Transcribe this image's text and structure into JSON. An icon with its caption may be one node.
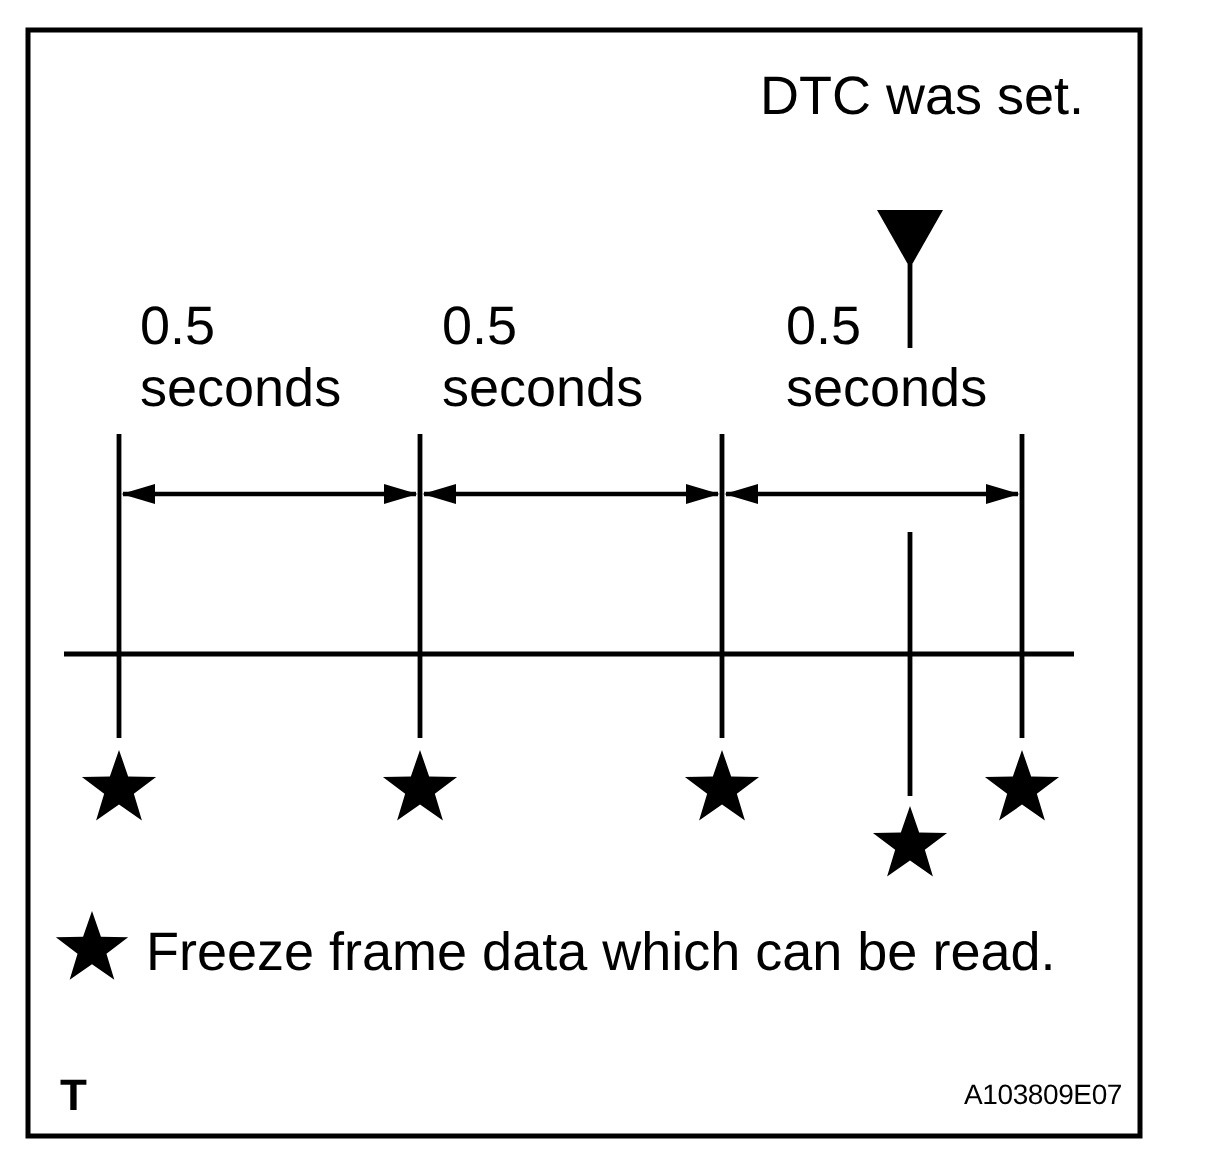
{
  "diagram": {
    "labels": [
      "DTC was set.",
      "0.5 seconds",
      "0.5 seconds",
      "0.5 seconds",
      "T",
      "A103809E07"
    ],
    "legend": [
      {
        "text": "Freeze frame data which can be read."
      }
    ]
  }
}
